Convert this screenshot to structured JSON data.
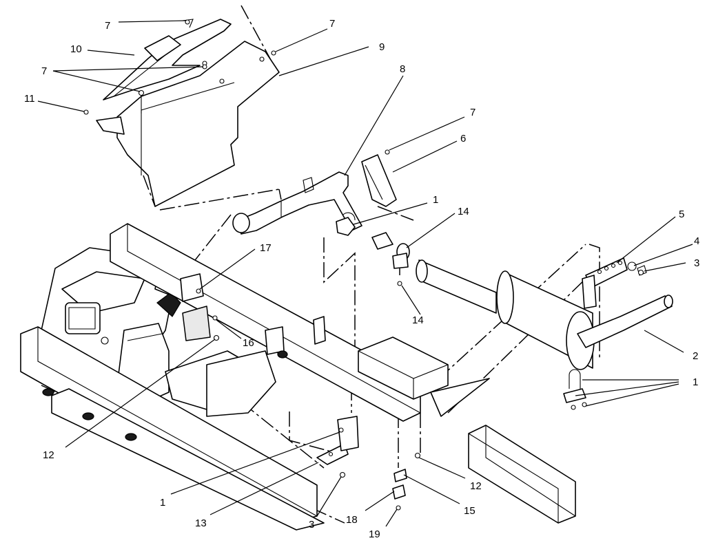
{
  "callouts": [
    {
      "id": "c7a",
      "label": "7"
    },
    {
      "id": "c10",
      "label": "10"
    },
    {
      "id": "c7b",
      "label": "7"
    },
    {
      "id": "c9",
      "label": "9"
    },
    {
      "id": "c7c",
      "label": "7"
    },
    {
      "id": "c11",
      "label": "11"
    },
    {
      "id": "c8",
      "label": "8"
    },
    {
      "id": "c7d",
      "label": "7"
    },
    {
      "id": "c6",
      "label": "6"
    },
    {
      "id": "c1a",
      "label": "1"
    },
    {
      "id": "c14a",
      "label": "14"
    },
    {
      "id": "c5",
      "label": "5"
    },
    {
      "id": "c4",
      "label": "4"
    },
    {
      "id": "c3a",
      "label": "3"
    },
    {
      "id": "c17",
      "label": "17"
    },
    {
      "id": "c14b",
      "label": "14"
    },
    {
      "id": "c16",
      "label": "16"
    },
    {
      "id": "c2",
      "label": "2"
    },
    {
      "id": "c1b",
      "label": "1"
    },
    {
      "id": "c12a",
      "label": "12"
    },
    {
      "id": "c1c",
      "label": "1"
    },
    {
      "id": "c12b",
      "label": "12"
    },
    {
      "id": "c13",
      "label": "13"
    },
    {
      "id": "c3b",
      "label": "3"
    },
    {
      "id": "c15",
      "label": "15"
    },
    {
      "id": "c18",
      "label": "18"
    },
    {
      "id": "c19",
      "label": "19"
    }
  ]
}
